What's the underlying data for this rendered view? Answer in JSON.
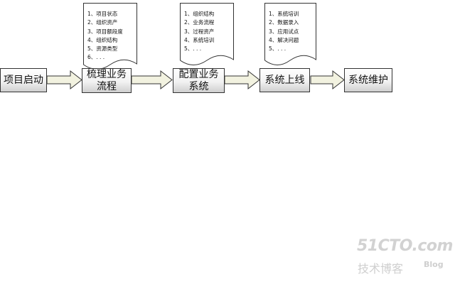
{
  "flow": {
    "steps": [
      "项目启动",
      "梳理业务\n流程",
      "配置业务\n系统",
      "系统上线",
      "系统维护"
    ],
    "docs": [
      [
        "1、项目状态",
        "2、组织资产",
        "3、项目额段度",
        "4、组织结构",
        "5、资源类型",
        "6、. . ."
      ],
      [
        "1、组织结构",
        "2、业务流程",
        "3、过程资产",
        "4、系统培训",
        "5、. . ."
      ],
      [
        "1、系统培训",
        "2、数据录入",
        "3、应用试点",
        "4、解决问题",
        "5、. . ."
      ]
    ]
  },
  "watermark": {
    "main": "51CTO.com",
    "sub": "技术博客",
    "blog": "Blog"
  }
}
